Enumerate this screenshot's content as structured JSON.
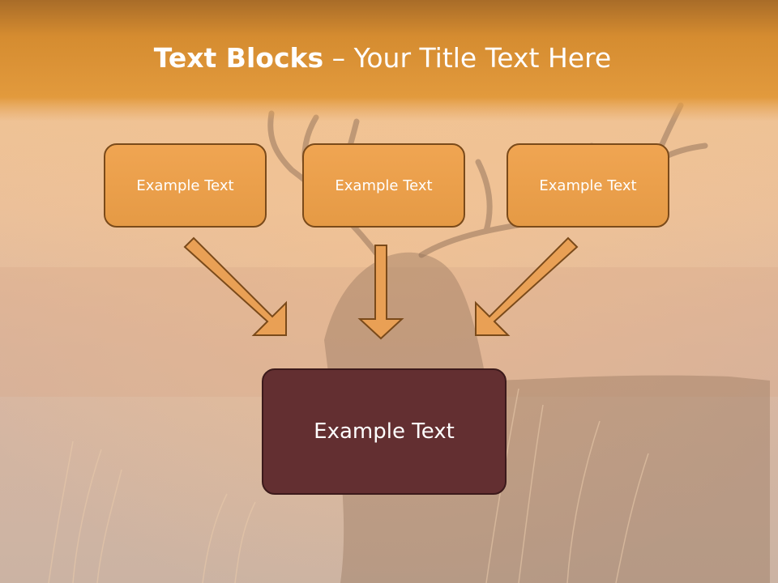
{
  "slide": {
    "title_bold": "Text Blocks",
    "title_sep": " – ",
    "title_rest": "Your Title Text Here"
  },
  "blocks": [
    {
      "label": "Example Text"
    },
    {
      "label": "Example Text"
    },
    {
      "label": "Example Text"
    }
  ],
  "target_block": {
    "label": "Example Text"
  },
  "colors": {
    "accent_orange": "#e89c47",
    "box_border": "#7a4a1a",
    "target_fill": "#632f31"
  },
  "background_scene": "deer-silhouette-meadow"
}
